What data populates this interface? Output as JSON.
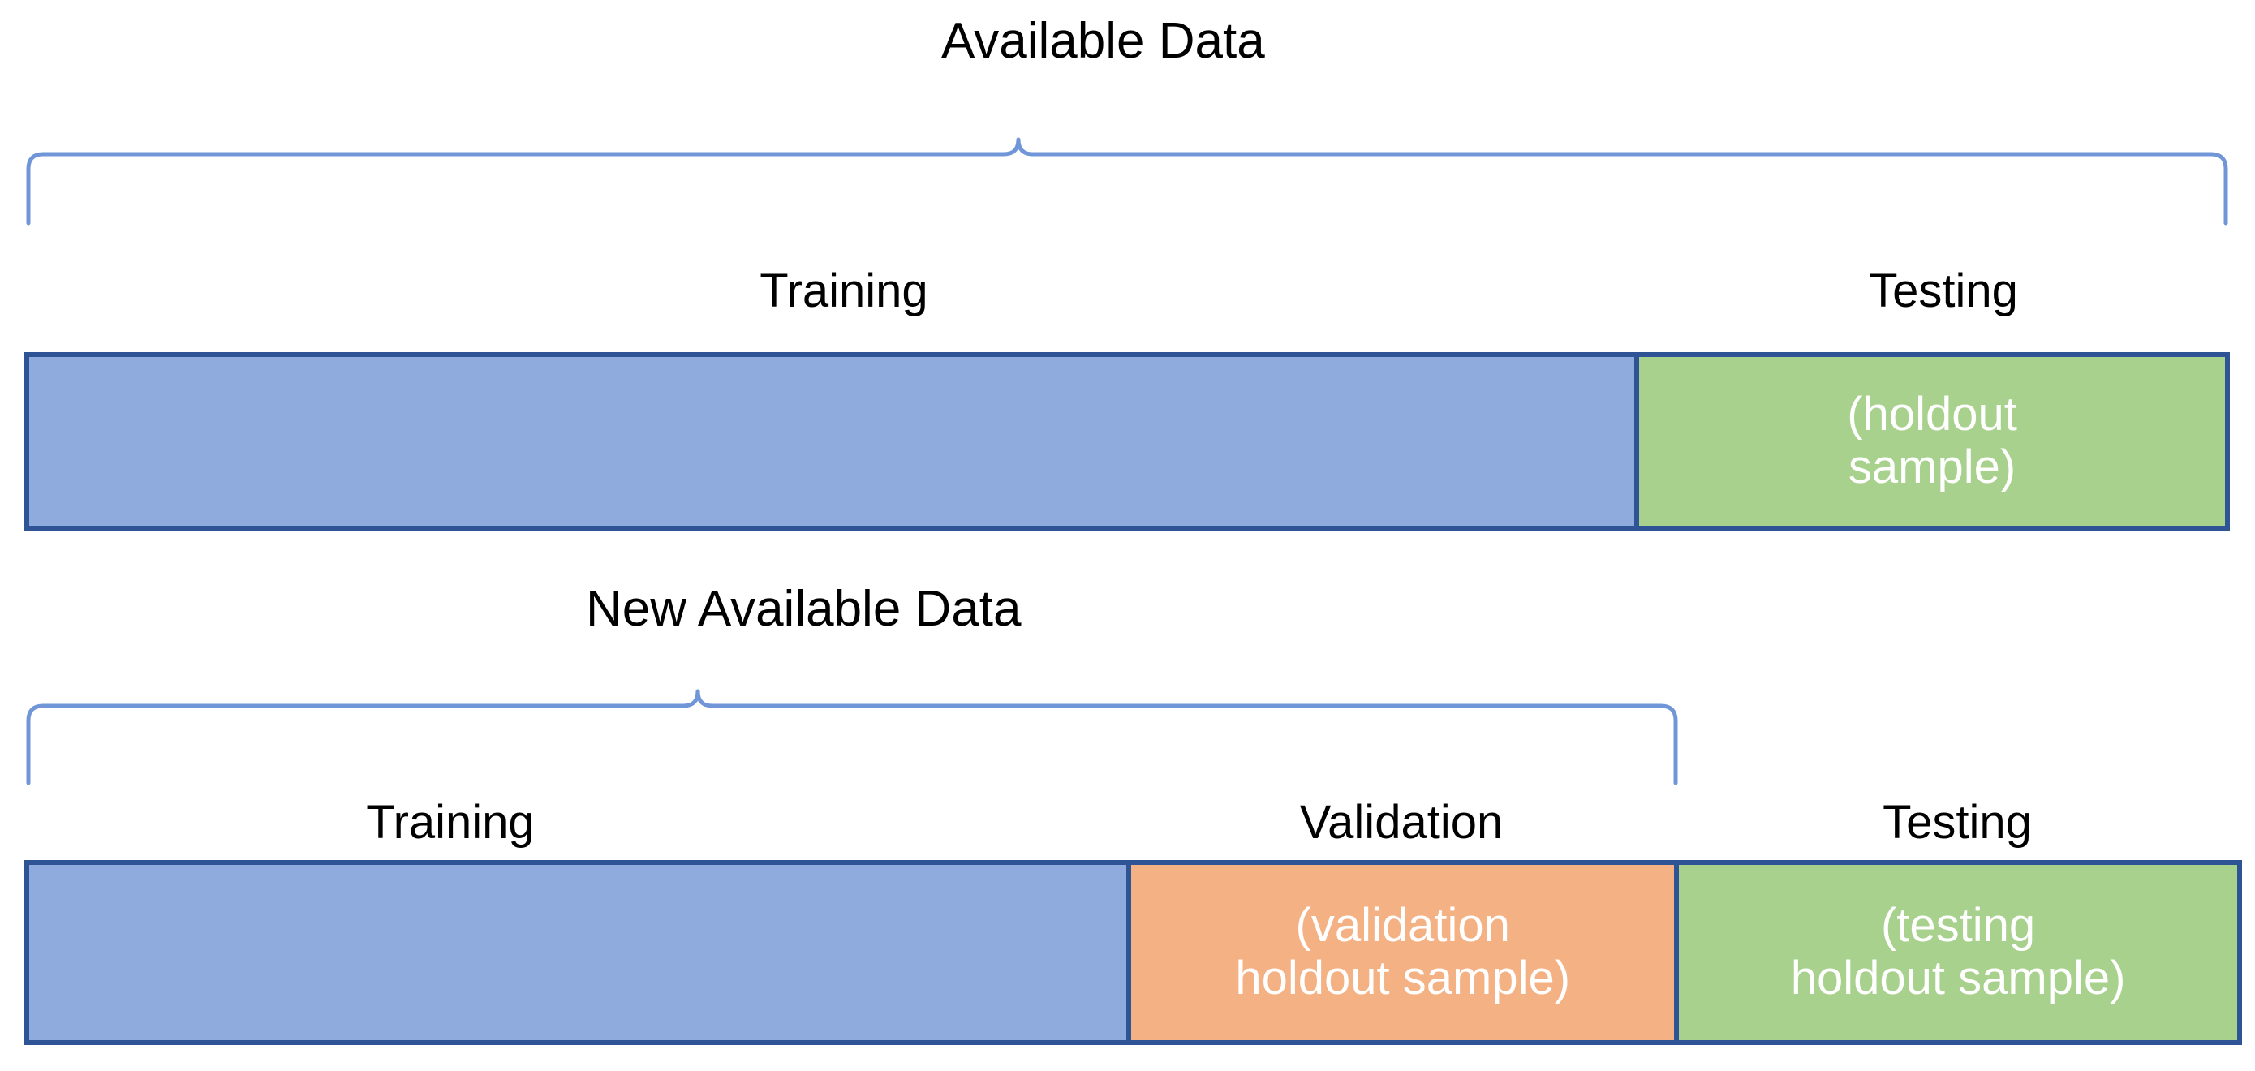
{
  "diagram": {
    "title": "Available Data vs New Available Data train/validation/test splits",
    "colors": {
      "blue_fill": "#8FAADC",
      "green_fill": "#A9D18E",
      "orange_fill": "#F4B183",
      "border": "#2E5496",
      "brace": "#7096D8",
      "text_dark": "#000000",
      "text_light": "#FFFFFF"
    },
    "rows": [
      {
        "brace_label": "Available Data",
        "segments": [
          {
            "header": "Training",
            "inner_text": "",
            "color_name": "blue",
            "width_pct": 73.1
          },
          {
            "header": "Testing",
            "inner_text": "(holdout\nsample)",
            "color_name": "green",
            "width_pct": 26.9
          }
        ]
      },
      {
        "brace_label": "New Available Data",
        "segments": [
          {
            "header": "Training",
            "inner_text": "",
            "color_name": "blue",
            "width_pct": 49.7
          },
          {
            "header": "Validation",
            "inner_text": "(validation\nholdout sample)",
            "color_name": "orange",
            "width_pct": 24.8
          },
          {
            "header": "Testing",
            "inner_text": "(testing\nholdout sample)",
            "color_name": "green",
            "width_pct": 25.5
          }
        ]
      }
    ]
  }
}
